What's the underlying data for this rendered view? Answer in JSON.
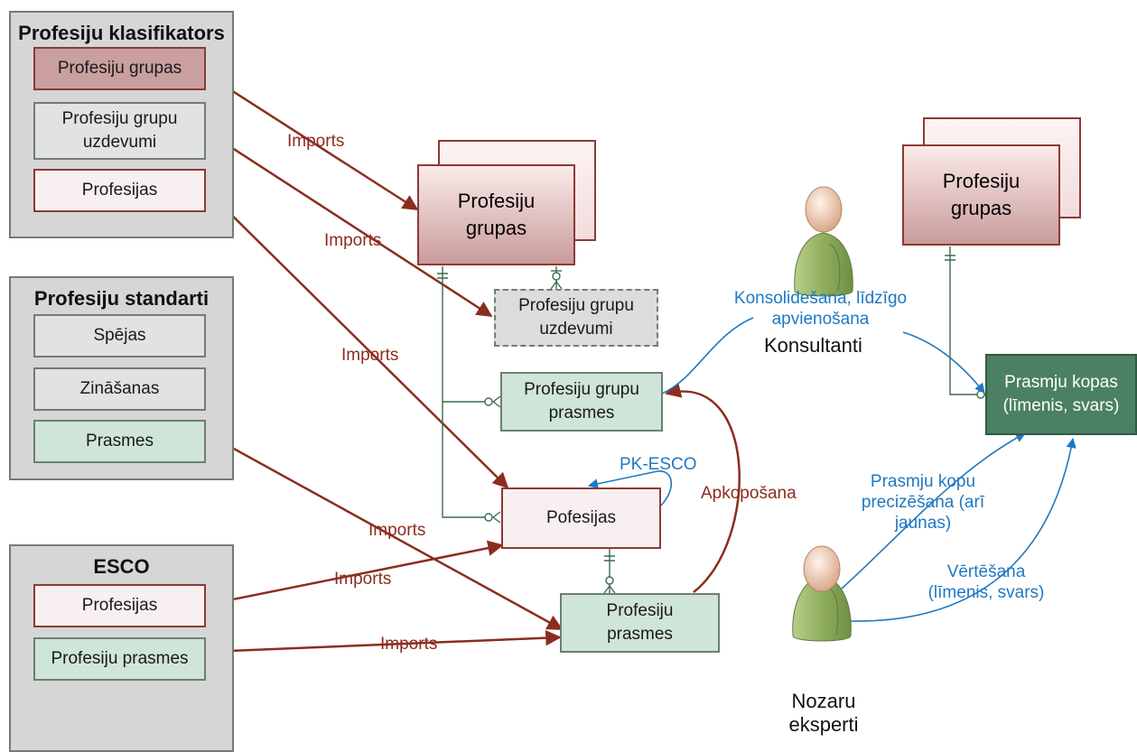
{
  "groups": {
    "pk": {
      "title": "Profesiju klasifikators",
      "items": [
        "Profesiju grupas",
        "Profesiju grupu uzdevumi",
        "Profesijas"
      ]
    },
    "ps": {
      "title": "Profesiju standarti",
      "items": [
        "Spējas",
        "Zināšanas",
        "Prasmes"
      ]
    },
    "esco": {
      "title": "ESCO",
      "items": [
        "Profesijas",
        "Profesiju prasmes"
      ]
    }
  },
  "entities": {
    "profesiju_grupas": "Profesiju grupas",
    "profesiju_grupu_uzdevumi": "Profesiju grupu uzdevumi",
    "profesiju_grupu_prasmes": "Profesiju grupu prasmes",
    "pofesijas": "Pofesijas",
    "profesiju_prasmes": "Profesiju prasmes",
    "profesiju_grupas_right": "Profesiju grupas",
    "prasmju_kopas": "Prasmju kopas (līmenis, svars)"
  },
  "labels": {
    "imports1": "Imports",
    "imports2": "Imports",
    "imports3": "Imports",
    "imports4": "Imports",
    "imports5": "Imports",
    "imports6": "Imports",
    "pk_esco": "PK-ESCO",
    "apkoposana": "Apkopošana",
    "konsolidesana": "Konsolidešana, līdzīgo apvienošana",
    "konsultanti": "Konsultanti",
    "precizesana": "Prasmju kopu precizēšana (arī jaunas)",
    "vertesana": "Vērtēšana (līmenis, svars)",
    "nozaru_eksperti": "Nozaru eksperti"
  },
  "colors": {
    "dark_red": "#8b2d1f",
    "blue": "#1e78c2",
    "green_dark": "#4b8063",
    "pink": "#f8f0f0",
    "light_green": "#cfe5d9",
    "gray": "#d6d6d6"
  }
}
